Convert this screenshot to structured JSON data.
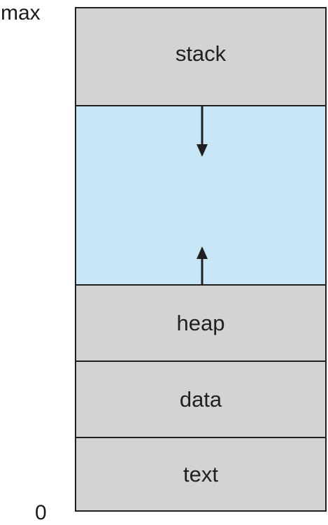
{
  "axis": {
    "max_label": "max",
    "min_label": "0"
  },
  "segments": {
    "stack": "stack",
    "heap": "heap",
    "data": "data",
    "text": "text"
  },
  "colors": {
    "segment_fill": "#d2d3d5",
    "free_space_fill": "#c7e7f8",
    "outline": "#231f20"
  }
}
